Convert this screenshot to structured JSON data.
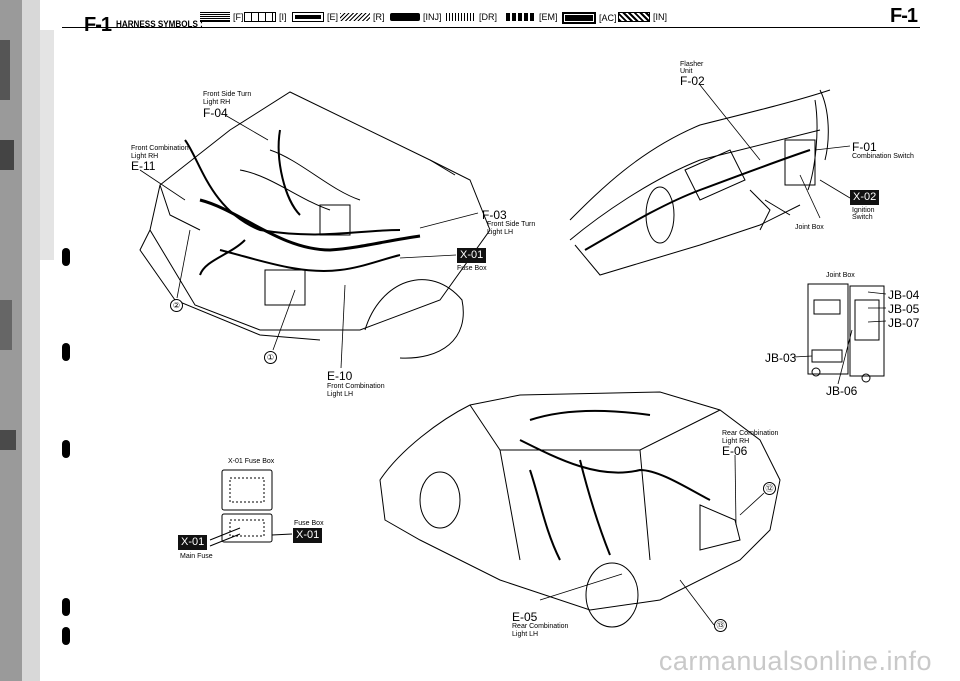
{
  "header": {
    "code_left": "F-1",
    "title": "HARNESS SYMBOLS :",
    "code_right": "F-1",
    "symbols": [
      {
        "label": "[F]"
      },
      {
        "label": "[I]"
      },
      {
        "label": "[E]"
      },
      {
        "label": "[R]"
      },
      {
        "label": "[INJ]"
      },
      {
        "label": "[DR]"
      },
      {
        "label": "[EM]"
      },
      {
        "label": "[AC]"
      },
      {
        "label": "[IN]"
      }
    ]
  },
  "engine": {
    "f04": {
      "desc1": "Front Side Turn",
      "desc2": "Light RH",
      "code": "F-04"
    },
    "e11": {
      "desc1": "Front Combination",
      "desc2": "Light RH",
      "code": "E-11"
    },
    "f03": {
      "code": "F-03",
      "desc1": "Front Side Turn",
      "desc2": "Light LH"
    },
    "x01": {
      "code": "X-01",
      "desc": "Fuse Box"
    },
    "e10": {
      "code": "E-10",
      "desc1": "Front Combination",
      "desc2": "Light LH"
    },
    "circle1": "①",
    "circle2": "②"
  },
  "dash": {
    "f02": {
      "desc1": "Flasher",
      "desc2": "Unit",
      "code": "F-02"
    },
    "f01": {
      "code": "F-01",
      "desc": "Combination Switch"
    },
    "x02": {
      "code": "X-02",
      "desc1": "Ignition",
      "desc2": "Switch"
    },
    "joint_box": "Joint Box"
  },
  "jbox": {
    "title": "Joint Box",
    "jb04": "JB-04",
    "jb05": "JB-05",
    "jb07": "JB-07",
    "jb03": "JB-03",
    "jb06": "JB-06"
  },
  "fusebox": {
    "title": "X-01 Fuse Box",
    "fuse_box": "Fuse Box",
    "x01_right": "X-01",
    "x01_left": "X-01",
    "main_fuse": "Main Fuse"
  },
  "rear": {
    "e06": {
      "desc1": "Rear Combination",
      "desc2": "Light RH",
      "code": "E-06"
    },
    "e05": {
      "code": "E-05",
      "desc1": "Rear Combination",
      "desc2": "Light LH"
    },
    "c12": "⑫",
    "c13": "⑬"
  },
  "watermark": "carmanualsonline.info"
}
